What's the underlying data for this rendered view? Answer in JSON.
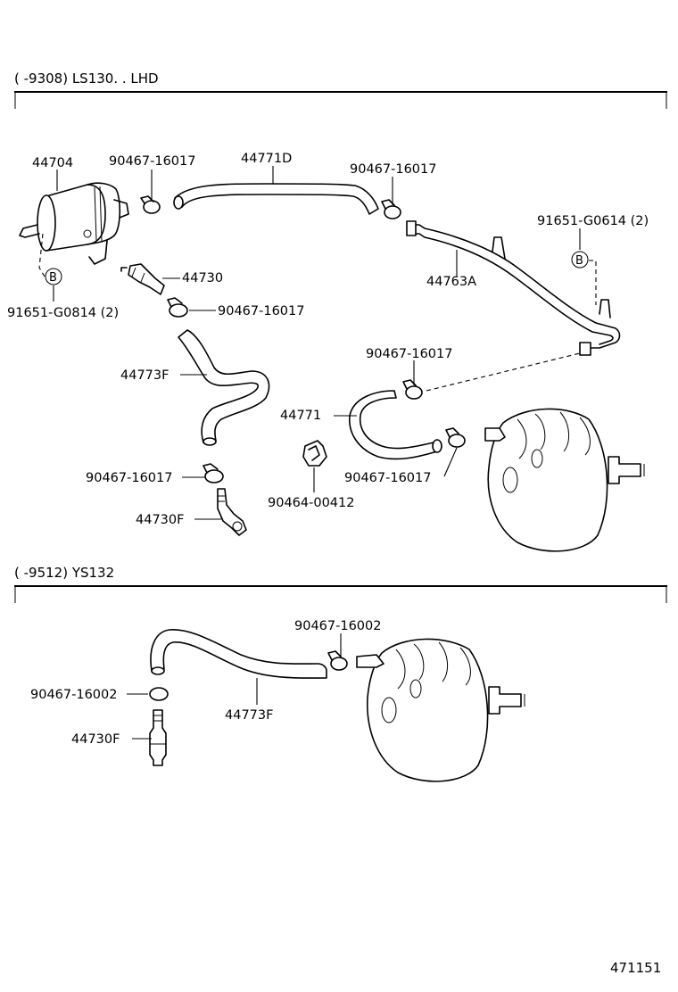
{
  "sections": [
    {
      "header": "(      -9308) LS130. . LHD"
    },
    {
      "header": "(      -9512) YS132"
    }
  ],
  "labels": {
    "p44704": "44704",
    "p90467_16017_a": "90467-16017",
    "p44771D": "44771D",
    "p90467_16017_b": "90467-16017",
    "p91651_G0614": "91651-G0614 (2)",
    "p44730": "44730",
    "p90467_16017_c": "90467-16017",
    "p91651_G0814": "91651-G0814 (2)",
    "p44763A": "44763A",
    "p90467_16017_d": "90467-16017",
    "p44773F": "44773F",
    "p44771": "44771",
    "p90467_16017_e": "90467-16017",
    "p90467_16017_f": "90467-16017",
    "p90464_00412": "90464-00412",
    "p44730F": "44730F",
    "p90467_16002_a": "90467-16002",
    "p90467_16002_b": "90467-16002",
    "p44773F_2": "44773F",
    "p44730F_2": "44730F"
  },
  "markers": {
    "b_left": "B",
    "b_right": "B"
  },
  "figure_number": "471151"
}
